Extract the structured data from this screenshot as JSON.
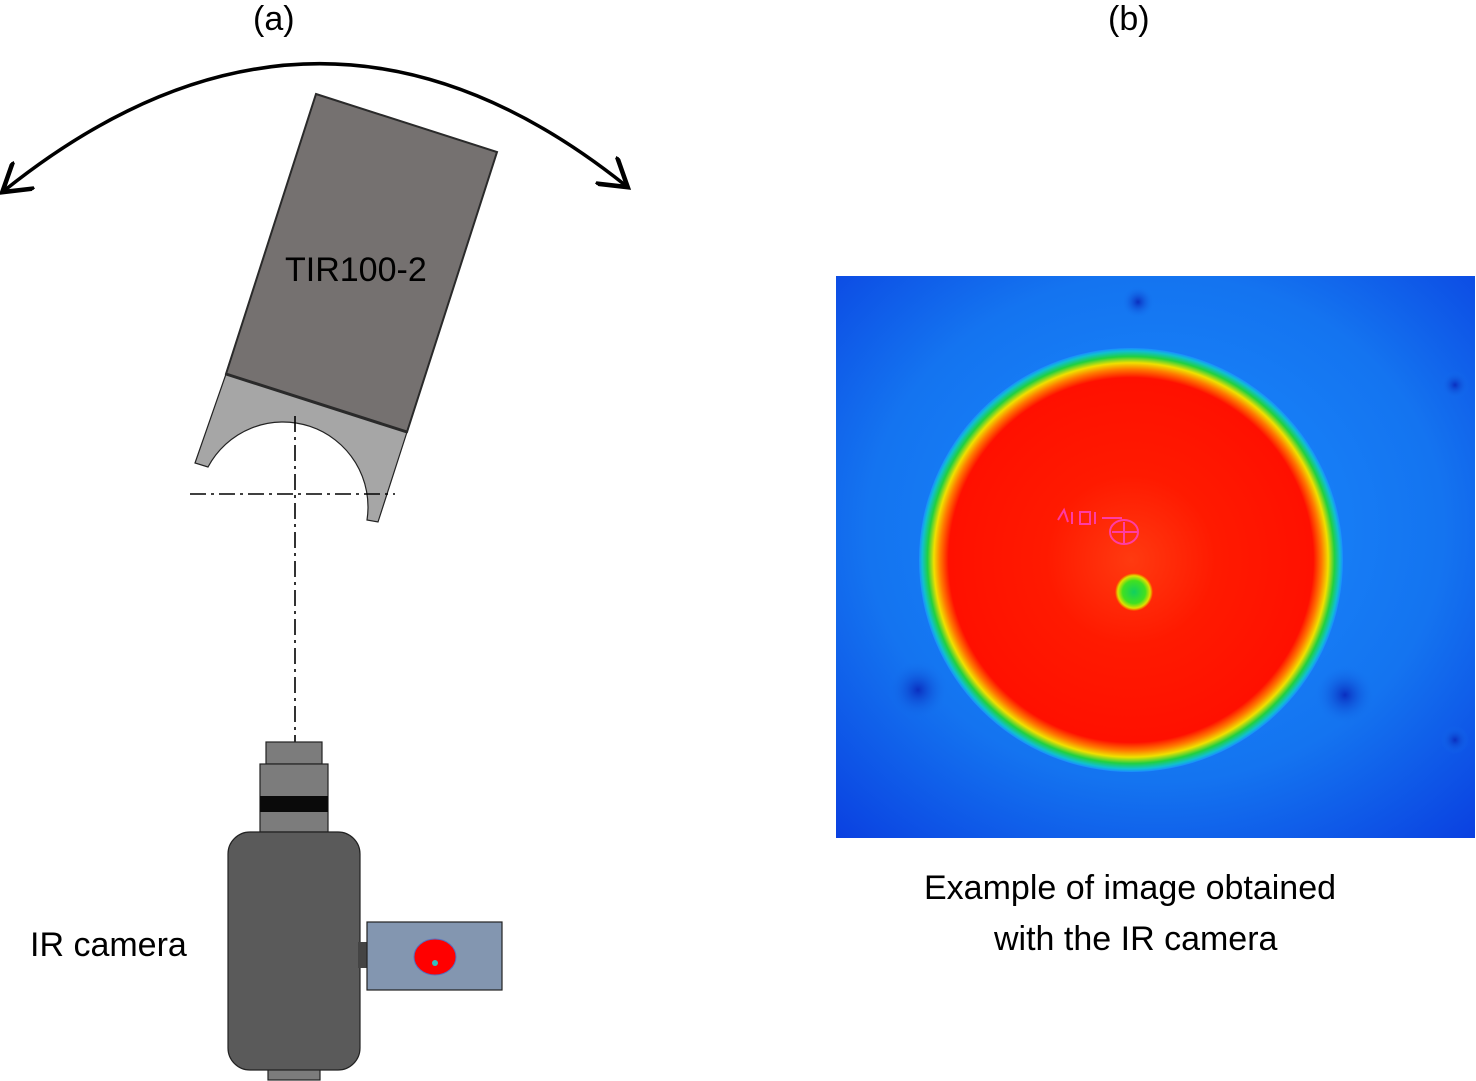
{
  "panel_a": {
    "label": "(a)",
    "instrument_label": "TIR100-2",
    "camera_label": "IR camera"
  },
  "panel_b": {
    "label": "(b)",
    "caption_line1": "Example of image obtained",
    "caption_line2": "with the IR camera"
  }
}
